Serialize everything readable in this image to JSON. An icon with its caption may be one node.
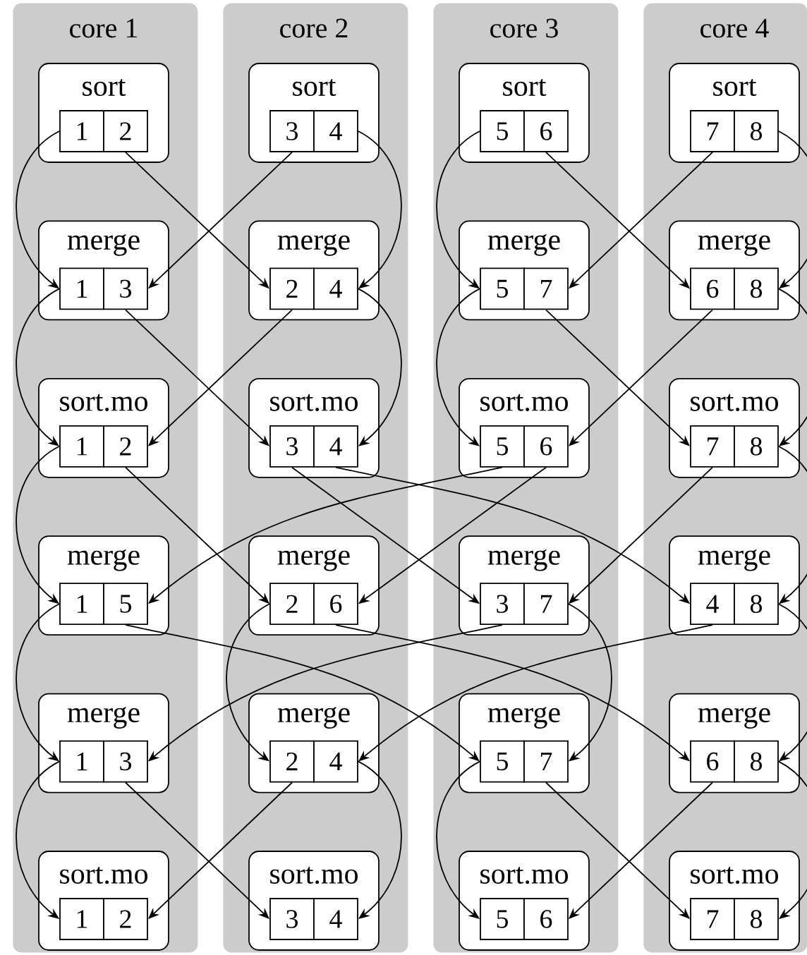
{
  "diagram": {
    "nodes": [
      {
        "text": [
          "core 1"
        ]
      },
      {
        "text": [
          "sort"
        ],
        "in": 0
      },
      {
        "text": [
          "1"
        ],
        "in": 1
      },
      {
        "text": [
          "2"
        ],
        "in": 1
      },
      {
        "text": [
          "merge"
        ],
        "in": 0
      },
      {
        "text": [
          "1"
        ],
        "in": 4
      },
      {
        "text": [
          "3"
        ],
        "in": 4
      },
      {
        "text": [
          "sort.mo"
        ],
        "in": 0
      },
      {
        "text": [
          "1"
        ],
        "in": 7
      },
      {
        "text": [
          "2"
        ],
        "in": 7
      },
      {
        "text": [
          "merge"
        ],
        "in": 0
      },
      {
        "text": [
          "1"
        ],
        "in": 10
      },
      {
        "text": [
          "5"
        ],
        "in": 10
      },
      {
        "text": [
          "merge"
        ],
        "in": 0
      },
      {
        "text": [
          "1"
        ],
        "in": 13
      },
      {
        "text": [
          "3"
        ],
        "in": 13
      },
      {
        "text": [
          "sort.mo"
        ],
        "in": 0
      },
      {
        "text": [
          "1"
        ],
        "in": 16
      },
      {
        "text": [
          "2"
        ],
        "in": 16
      },
      {
        "text": [
          "core 2"
        ]
      },
      {
        "text": [
          "sort"
        ],
        "in": 19
      },
      {
        "text": [
          "3"
        ],
        "in": 20
      },
      {
        "text": [
          "4"
        ],
        "in": 20
      },
      {
        "text": [
          "merge"
        ],
        "in": 19
      },
      {
        "text": [
          "2"
        ],
        "in": 23
      },
      {
        "text": [
          "4"
        ],
        "in": 23
      },
      {
        "text": [
          "sort.mo"
        ],
        "in": 19
      },
      {
        "text": [
          "3"
        ],
        "in": 26
      },
      {
        "text": [
          "4"
        ],
        "in": 26
      },
      {
        "text": [
          "merge"
        ],
        "in": 19
      },
      {
        "text": [
          "2"
        ],
        "in": 29
      },
      {
        "text": [
          "6"
        ],
        "in": 29
      },
      {
        "text": [
          "merge"
        ],
        "in": 19
      },
      {
        "text": [
          "2"
        ],
        "in": 32
      },
      {
        "text": [
          "4"
        ],
        "in": 32
      },
      {
        "text": [
          "sort.mo"
        ],
        "in": 19
      },
      {
        "text": [
          "3"
        ],
        "in": 35
      },
      {
        "text": [
          "4"
        ],
        "in": 35
      },
      {
        "text": [
          "core 3"
        ]
      },
      {
        "text": [
          "sort"
        ],
        "in": 38
      },
      {
        "text": [
          "5"
        ],
        "in": 39
      },
      {
        "text": [
          "6"
        ],
        "in": 39
      },
      {
        "text": [
          "merge"
        ],
        "in": 38
      },
      {
        "text": [
          "5"
        ],
        "in": 42
      },
      {
        "text": [
          "7"
        ],
        "in": 42
      },
      {
        "text": [
          "sort.mo"
        ],
        "in": 38
      },
      {
        "text": [
          "5"
        ],
        "in": 45
      },
      {
        "text": [
          "6"
        ],
        "in": 45
      },
      {
        "text": [
          "merge"
        ],
        "in": 38
      },
      {
        "text": [
          "3"
        ],
        "in": 48
      },
      {
        "text": [
          "7"
        ],
        "in": 48
      },
      {
        "text": [
          "merge"
        ],
        "in": 38
      },
      {
        "text": [
          "5"
        ],
        "in": 51
      },
      {
        "text": [
          "7"
        ],
        "in": 51
      },
      {
        "text": [
          "sort.mo"
        ],
        "in": 38
      },
      {
        "text": [
          "5"
        ],
        "in": 54
      },
      {
        "text": [
          "6"
        ],
        "in": 54
      },
      {
        "text": [
          "core 4"
        ]
      },
      {
        "text": [
          "sort"
        ],
        "in": 57
      },
      {
        "text": [
          "7"
        ],
        "in": 58
      },
      {
        "text": [
          "8"
        ],
        "in": 58
      },
      {
        "text": [
          "merge"
        ],
        "in": 57
      },
      {
        "text": [
          "6"
        ],
        "in": 61
      },
      {
        "text": [
          "8"
        ],
        "in": 61
      },
      {
        "text": [
          "sort.mo"
        ],
        "in": 57
      },
      {
        "text": [
          "7"
        ],
        "in": 64
      },
      {
        "text": [
          "8"
        ],
        "in": 64
      },
      {
        "text": [
          "merge"
        ],
        "in": 57
      },
      {
        "text": [
          "4"
        ],
        "in": 67
      },
      {
        "text": [
          "8"
        ],
        "in": 67
      },
      {
        "text": [
          "merge"
        ],
        "in": 57
      },
      {
        "text": [
          "6"
        ],
        "in": 70
      },
      {
        "text": [
          "8"
        ],
        "in": 70
      },
      {
        "text": [
          "sort.mo"
        ],
        "in": 57
      },
      {
        "text": [
          "7"
        ],
        "in": 73
      },
      {
        "text": [
          "8"
        ],
        "in": 73
      }
    ],
    "edges": [
      {
        "from": 2,
        "to": 5,
        "arrow": "to"
      },
      {
        "from": 3,
        "to": 24,
        "arrow": "to"
      },
      {
        "from": 21,
        "to": 6,
        "arrow": "to"
      },
      {
        "from": 22,
        "to": 25,
        "arrow": "to"
      },
      {
        "from": 40,
        "to": 43,
        "arrow": "to"
      },
      {
        "from": 41,
        "to": 62,
        "arrow": "to"
      },
      {
        "from": 59,
        "to": 44,
        "arrow": "to"
      },
      {
        "from": 60,
        "to": 63,
        "arrow": "to"
      },
      {
        "from": 5,
        "to": 8,
        "arrow": "to"
      },
      {
        "from": 24,
        "to": 9,
        "arrow": "to"
      },
      {
        "from": 6,
        "to": 27,
        "arrow": "to"
      },
      {
        "from": 25,
        "to": 28,
        "arrow": "to"
      },
      {
        "from": 43,
        "to": 46,
        "arrow": "to"
      },
      {
        "from": 62,
        "to": 47,
        "arrow": "to"
      },
      {
        "from": 44,
        "to": 65,
        "arrow": "to"
      },
      {
        "from": 63,
        "to": 66,
        "arrow": "to"
      },
      {
        "from": 8,
        "to": 11,
        "arrow": "to"
      },
      {
        "from": 9,
        "to": 30,
        "arrow": "to"
      },
      {
        "from": 27,
        "to": 49,
        "arrow": "to"
      },
      {
        "from": 28,
        "to": 68,
        "arrow": "to"
      },
      {
        "from": 46,
        "to": 12,
        "arrow": "to"
      },
      {
        "from": 47,
        "to": 31,
        "arrow": "to"
      },
      {
        "from": 65,
        "to": 50,
        "arrow": "to"
      },
      {
        "from": 66,
        "to": 69,
        "arrow": "to"
      },
      {
        "from": 11,
        "to": 14,
        "arrow": "to"
      },
      {
        "from": 30,
        "to": 33,
        "arrow": "to"
      },
      {
        "from": 49,
        "to": 15,
        "arrow": "to"
      },
      {
        "from": 68,
        "to": 34,
        "arrow": "to"
      },
      {
        "from": 12,
        "to": 52,
        "arrow": "to"
      },
      {
        "from": 31,
        "to": 71,
        "arrow": "to"
      },
      {
        "from": 50,
        "to": 53,
        "arrow": "to"
      },
      {
        "from": 69,
        "to": 72,
        "arrow": "to"
      },
      {
        "from": 14,
        "to": 17,
        "arrow": "to"
      },
      {
        "from": 33,
        "to": 18,
        "arrow": "to"
      },
      {
        "from": 15,
        "to": 36,
        "arrow": "to"
      },
      {
        "from": 34,
        "to": 37,
        "arrow": "to"
      },
      {
        "from": 52,
        "to": 55,
        "arrow": "to"
      },
      {
        "from": 71,
        "to": 56,
        "arrow": "to"
      },
      {
        "from": 53,
        "to": 74,
        "arrow": "to"
      },
      {
        "from": 72,
        "to": 75,
        "arrow": "to"
      }
    ]
  }
}
